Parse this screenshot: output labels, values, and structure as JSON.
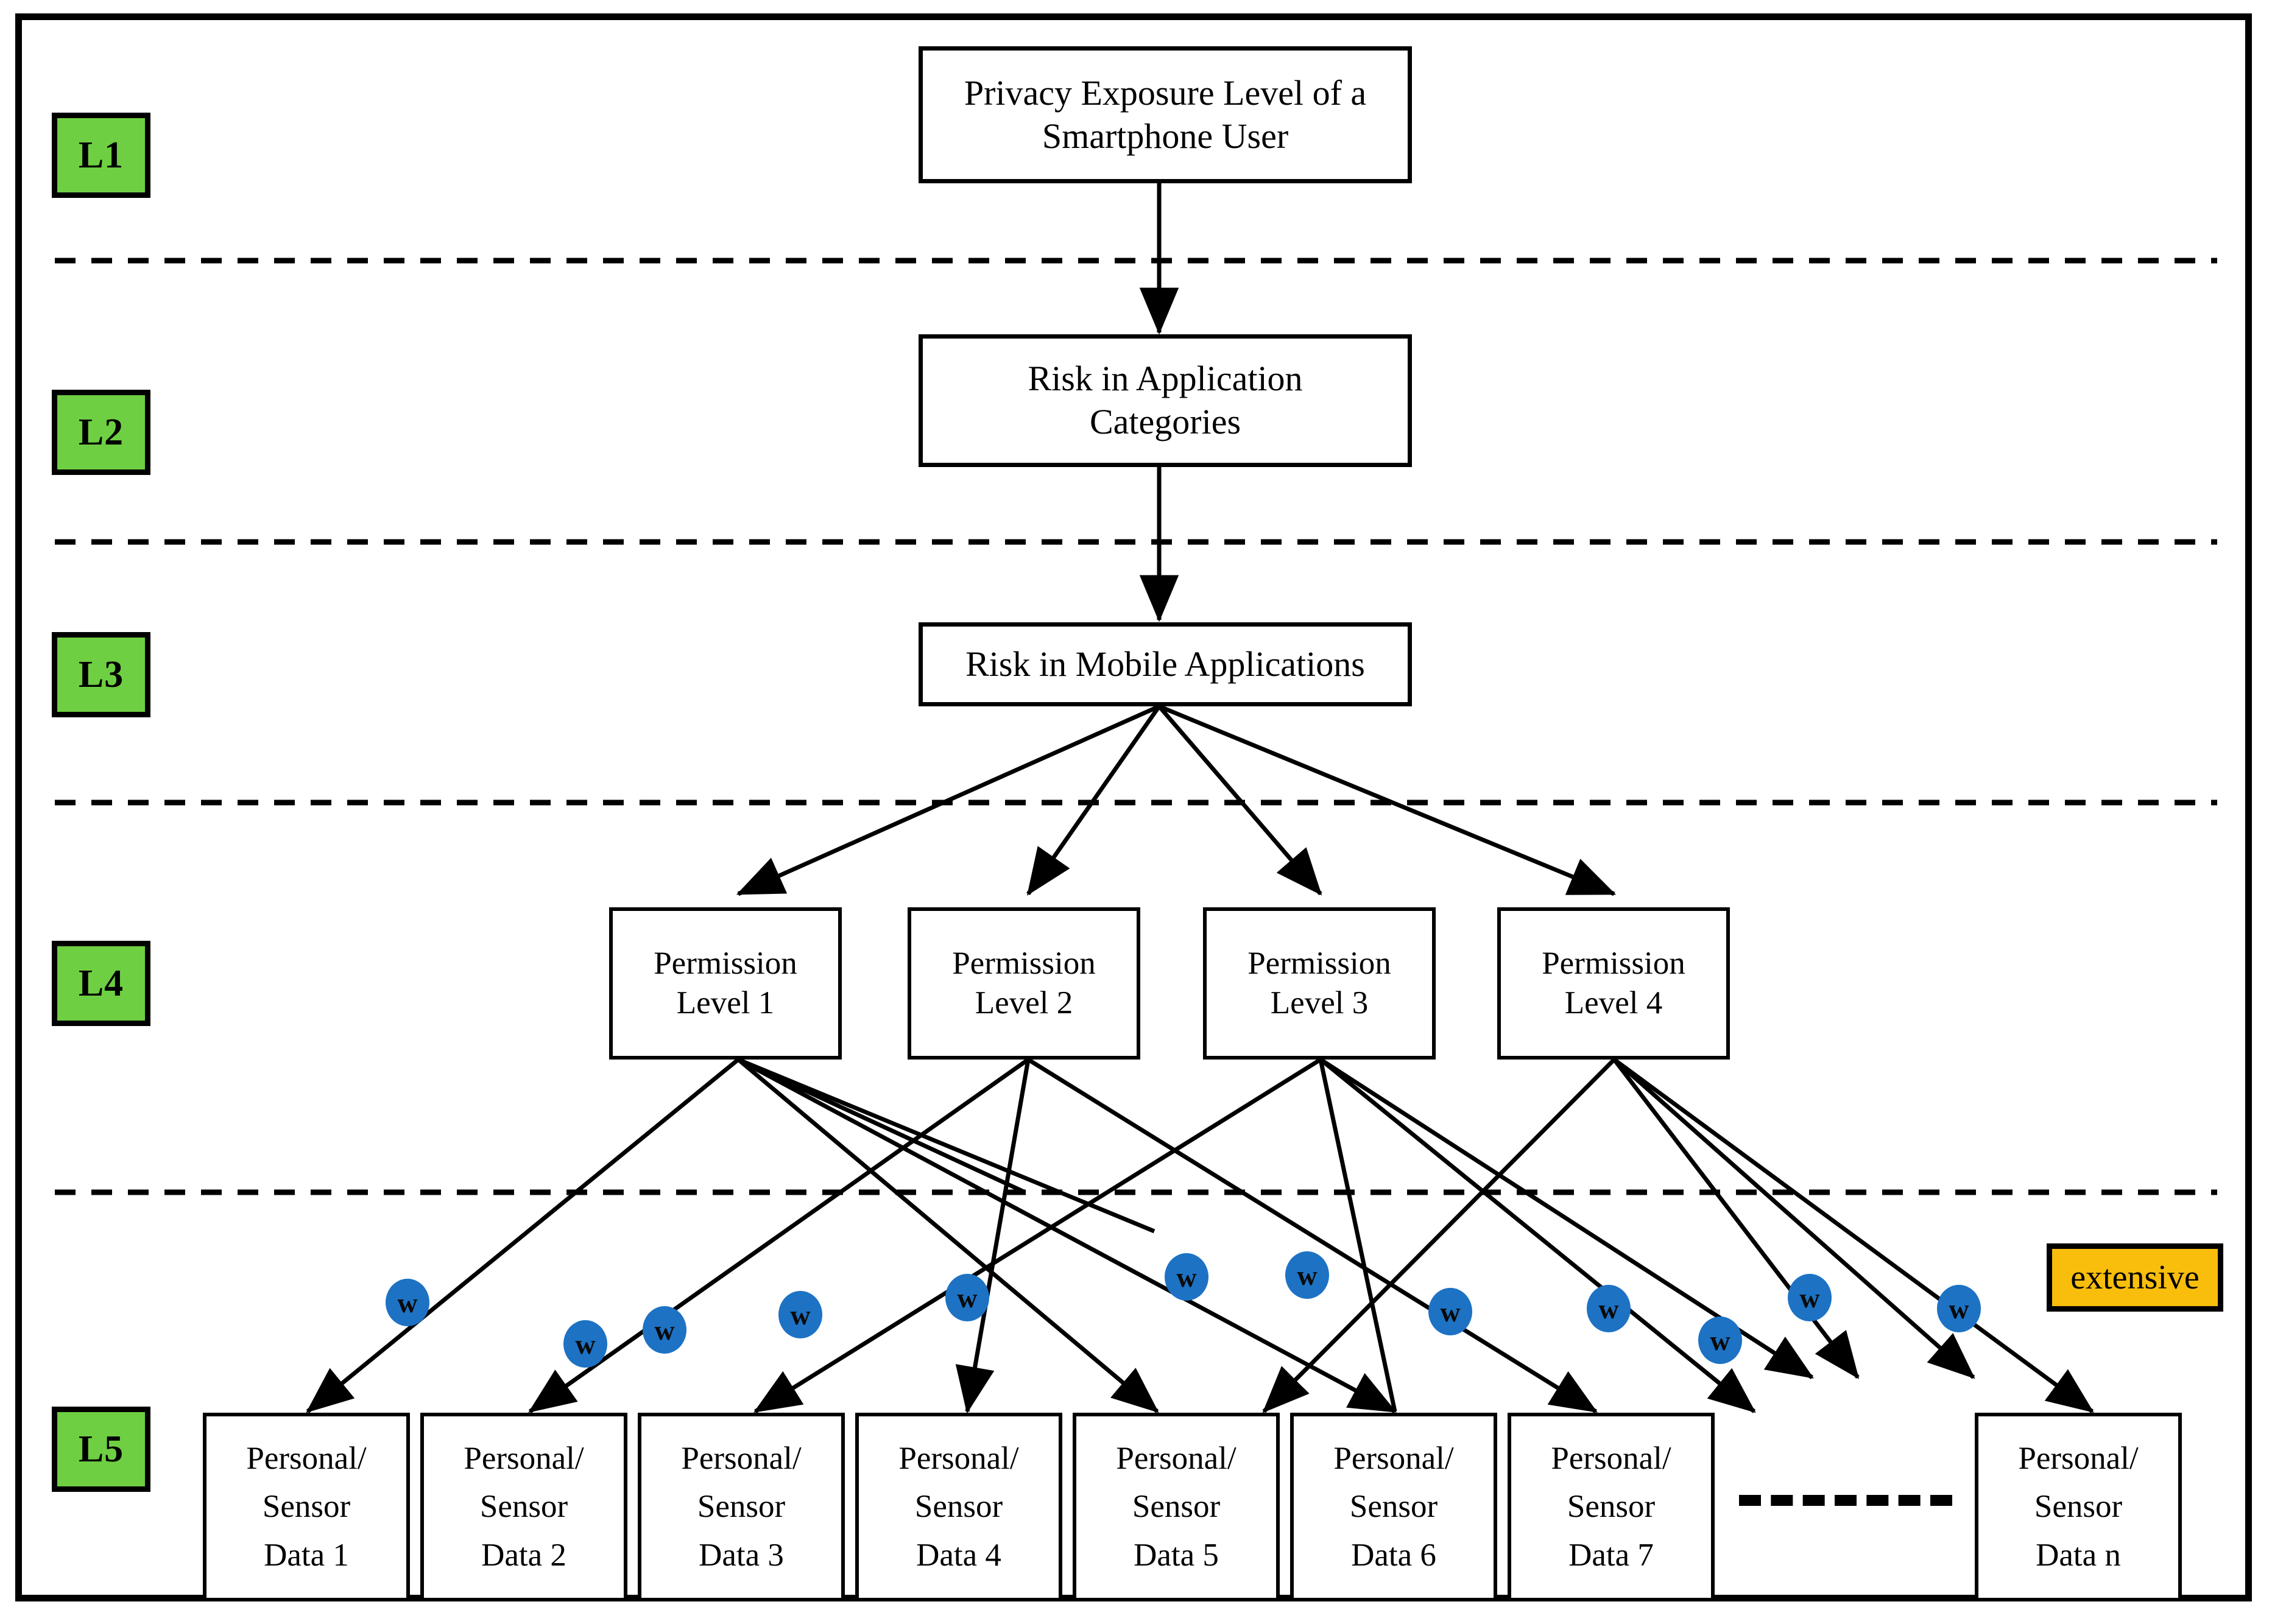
{
  "diagram": {
    "title_concept": "Privacy Exposure Level Hierarchy",
    "levels": [
      {
        "id": "L1",
        "label": "L1"
      },
      {
        "id": "L2",
        "label": "L2"
      },
      {
        "id": "L3",
        "label": "L3"
      },
      {
        "id": "L4",
        "label": "L4"
      },
      {
        "id": "L5",
        "label": "L5"
      }
    ],
    "nodes": {
      "l1": {
        "line1": "Privacy Exposure Level of a",
        "line2": "Smartphone User"
      },
      "l2": {
        "line1": "Risk in Application",
        "line2": "Categories"
      },
      "l3": {
        "line1": "Risk in Mobile Applications"
      },
      "l4": [
        {
          "line1": "Permission",
          "line2": "Level 1"
        },
        {
          "line1": "Permission",
          "line2": "Level 2"
        },
        {
          "line1": "Permission",
          "line2": "Level 3"
        },
        {
          "line1": "Permission",
          "line2": "Level 4"
        }
      ],
      "l5": [
        {
          "line1": "Personal/",
          "line2": "Sensor",
          "line3": "Data 1"
        },
        {
          "line1": "Personal/",
          "line2": "Sensor",
          "line3": "Data 2"
        },
        {
          "line1": "Personal/",
          "line2": "Sensor",
          "line3": "Data 3"
        },
        {
          "line1": "Personal/",
          "line2": "Sensor",
          "line3": "Data 4"
        },
        {
          "line1": "Personal/",
          "line2": "Sensor",
          "line3": "Data 5"
        },
        {
          "line1": "Personal/",
          "line2": "Sensor",
          "line3": "Data 6"
        },
        {
          "line1": "Personal/",
          "line2": "Sensor",
          "line3": "Data 7"
        },
        {
          "line1": "Personal/",
          "line2": "Sensor",
          "line3": "Data n"
        }
      ]
    },
    "weight_markers": {
      "label": "w",
      "count": 12
    },
    "legend": {
      "extensive_label": "extensive"
    },
    "colors": {
      "level_badge": "#6ECF42",
      "weight_bubble": "#1D72C4",
      "legend_box": "#F9BE0C",
      "outline": "#000000",
      "canvas": "#FFFFFF"
    }
  }
}
